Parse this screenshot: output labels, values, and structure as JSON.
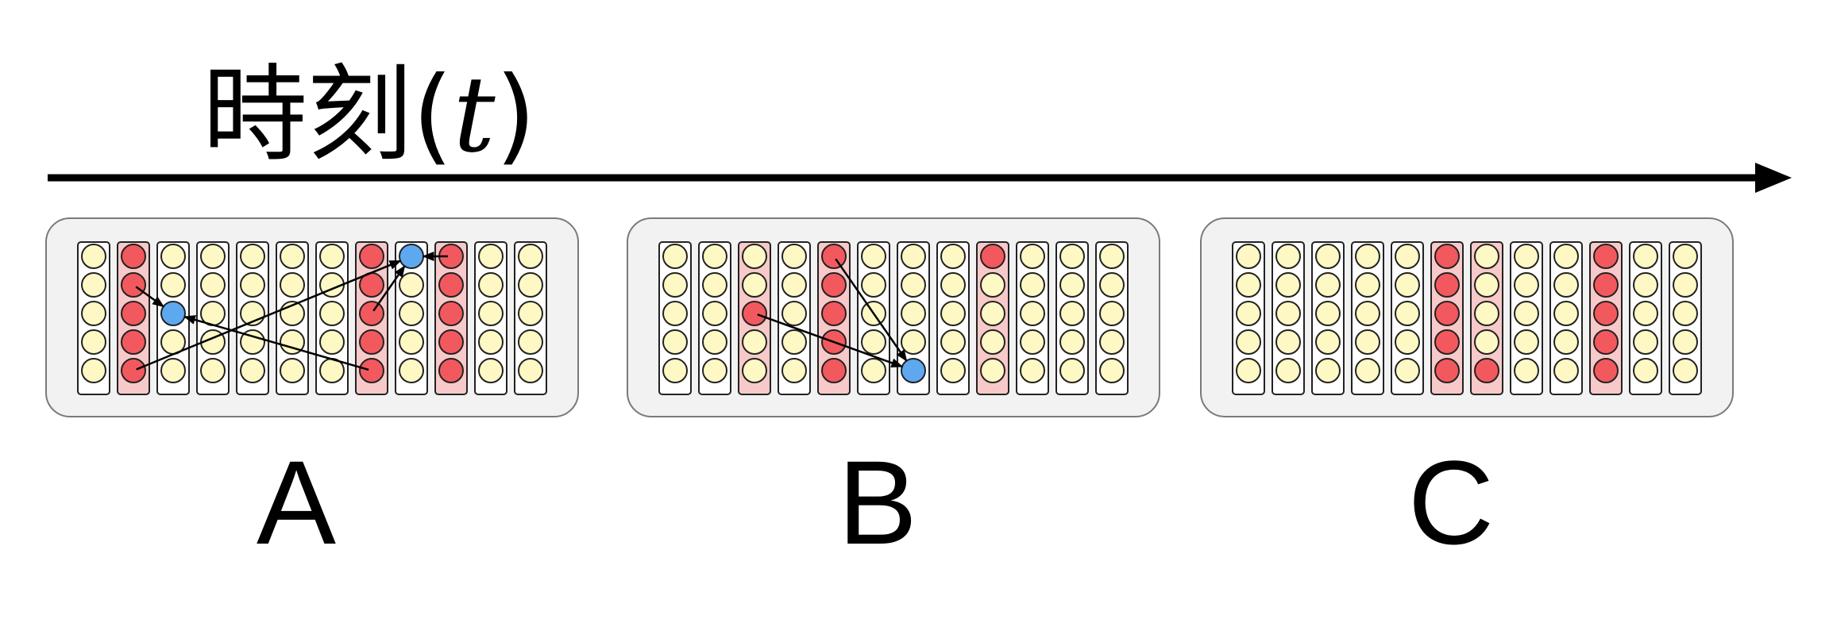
{
  "axis": {
    "title_prefix": "時刻(",
    "title_var": "t",
    "title_suffix": ")"
  },
  "colors": {
    "idle_node": "#fdf8c4",
    "active_node": "#f2595e",
    "new_node": "#5ea8f0",
    "active_column_bg": "#f7c9c9",
    "panel_bg": "#f2f2f2"
  },
  "rows_per_column": 5,
  "panels": [
    {
      "label": "A",
      "columns": [
        [
          "i",
          "i",
          "i",
          "i",
          "i"
        ],
        [
          "a",
          "a",
          "a",
          "a",
          "a"
        ],
        [
          "i",
          "i",
          "n",
          "i",
          "i"
        ],
        [
          "i",
          "i",
          "i",
          "i",
          "i"
        ],
        [
          "i",
          "i",
          "i",
          "i",
          "i"
        ],
        [
          "i",
          "i",
          "i",
          "i",
          "i"
        ],
        [
          "i",
          "i",
          "i",
          "i",
          "i"
        ],
        [
          "a",
          "a",
          "a",
          "a",
          "a"
        ],
        [
          "n",
          "i",
          "i",
          "i",
          "i"
        ],
        [
          "a",
          "a",
          "a",
          "a",
          "a"
        ],
        [
          "i",
          "i",
          "i",
          "i",
          "i"
        ],
        [
          "i",
          "i",
          "i",
          "i",
          "i"
        ]
      ],
      "highlighted_columns": [
        1,
        7,
        9
      ],
      "arrows": [
        {
          "from": [
            1,
            1
          ],
          "to": [
            2,
            2
          ]
        },
        {
          "from": [
            7,
            4
          ],
          "to": [
            2,
            2
          ]
        },
        {
          "from": [
            1,
            4
          ],
          "to": [
            8,
            0
          ]
        },
        {
          "from": [
            7,
            2
          ],
          "to": [
            8,
            0
          ]
        },
        {
          "from": [
            9,
            0
          ],
          "to": [
            8,
            0
          ]
        }
      ]
    },
    {
      "label": "B",
      "columns": [
        [
          "i",
          "i",
          "i",
          "i",
          "i"
        ],
        [
          "i",
          "i",
          "i",
          "i",
          "i"
        ],
        [
          "i",
          "i",
          "a",
          "i",
          "i"
        ],
        [
          "i",
          "i",
          "i",
          "i",
          "i"
        ],
        [
          "a",
          "a",
          "a",
          "a",
          "a"
        ],
        [
          "i",
          "i",
          "i",
          "i",
          "i"
        ],
        [
          "i",
          "i",
          "i",
          "i",
          "n"
        ],
        [
          "i",
          "i",
          "i",
          "i",
          "i"
        ],
        [
          "a",
          "i",
          "i",
          "i",
          "i"
        ],
        [
          "i",
          "i",
          "i",
          "i",
          "i"
        ],
        [
          "i",
          "i",
          "i",
          "i",
          "i"
        ],
        [
          "i",
          "i",
          "i",
          "i",
          "i"
        ]
      ],
      "highlighted_columns": [
        2,
        4,
        8
      ],
      "arrows": [
        {
          "from": [
            2,
            2
          ],
          "to": [
            6,
            4
          ]
        },
        {
          "from": [
            4,
            0
          ],
          "to": [
            6,
            4
          ]
        }
      ]
    },
    {
      "label": "C",
      "columns": [
        [
          "i",
          "i",
          "i",
          "i",
          "i"
        ],
        [
          "i",
          "i",
          "i",
          "i",
          "i"
        ],
        [
          "i",
          "i",
          "i",
          "i",
          "i"
        ],
        [
          "i",
          "i",
          "i",
          "i",
          "i"
        ],
        [
          "i",
          "i",
          "i",
          "i",
          "i"
        ],
        [
          "a",
          "a",
          "a",
          "a",
          "a"
        ],
        [
          "i",
          "i",
          "i",
          "i",
          "a"
        ],
        [
          "i",
          "i",
          "i",
          "i",
          "i"
        ],
        [
          "i",
          "i",
          "i",
          "i",
          "i"
        ],
        [
          "a",
          "a",
          "a",
          "a",
          "a"
        ],
        [
          "i",
          "i",
          "i",
          "i",
          "i"
        ],
        [
          "i",
          "i",
          "i",
          "i",
          "i"
        ]
      ],
      "highlighted_columns": [
        5,
        6,
        9
      ],
      "arrows": []
    }
  ]
}
